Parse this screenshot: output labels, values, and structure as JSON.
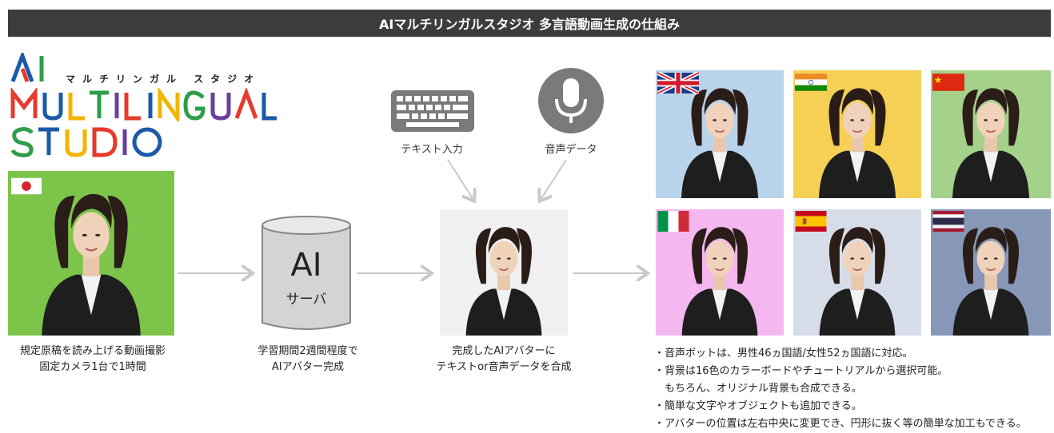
{
  "header": {
    "title": "AIマルチリンガルスタジオ 多言語動画生成の仕組み"
  },
  "logo": {
    "line1": "AI",
    "kana": "マルチリンガル スタジオ",
    "line2": "MULTILINGUAL",
    "line3": "STUDIO",
    "colors": [
      "#1a5aa8",
      "#e63a2e",
      "#f4b400",
      "#2e9e4a",
      "#6a3fa0"
    ]
  },
  "steps": [
    {
      "caption_lines": [
        "規定原稿を読み上げる動画撮影",
        "固定カメラ1台で1時間"
      ]
    },
    {
      "caption_lines": [
        "学習期間2週間程度で",
        "AIアバター完成"
      ]
    },
    {
      "caption_lines": [
        "完成したAIアバターに",
        "テキストor音声データを合成"
      ]
    }
  ],
  "server": {
    "title": "AI",
    "subtitle": "サーバ"
  },
  "inputs": [
    {
      "label": "テキスト入力",
      "icon": "keyboard-icon"
    },
    {
      "label": "音声データ",
      "icon": "microphone-icon"
    }
  ],
  "source_panel": {
    "flag": "japan-flag",
    "bg": "#7dc44a"
  },
  "outputs": [
    {
      "flag": "uk-flag",
      "bg": "#b9d3ea"
    },
    {
      "flag": "india-flag",
      "bg": "#f5d055"
    },
    {
      "flag": "china-flag",
      "bg": "#a5d28a"
    },
    {
      "flag": "italy-flag",
      "bg": "#f4b7f0"
    },
    {
      "flag": "spain-flag",
      "bg": "#d6dde8"
    },
    {
      "flag": "thailand-flag",
      "bg": "#8797b8"
    }
  ],
  "notes": [
    "・音声ボットは、男性46ヵ国語/女性52ヵ国語に対応。",
    "・背景は16色のカラーボードやチュートリアルから選択可能。",
    "　もちろん、オリジナル背景も合成できる。",
    "・簡単な文字やオブジェクトも追加できる。",
    "・アバターの位置は左右中央に変更でき、円形に抜く等の簡単な加工もできる。"
  ]
}
